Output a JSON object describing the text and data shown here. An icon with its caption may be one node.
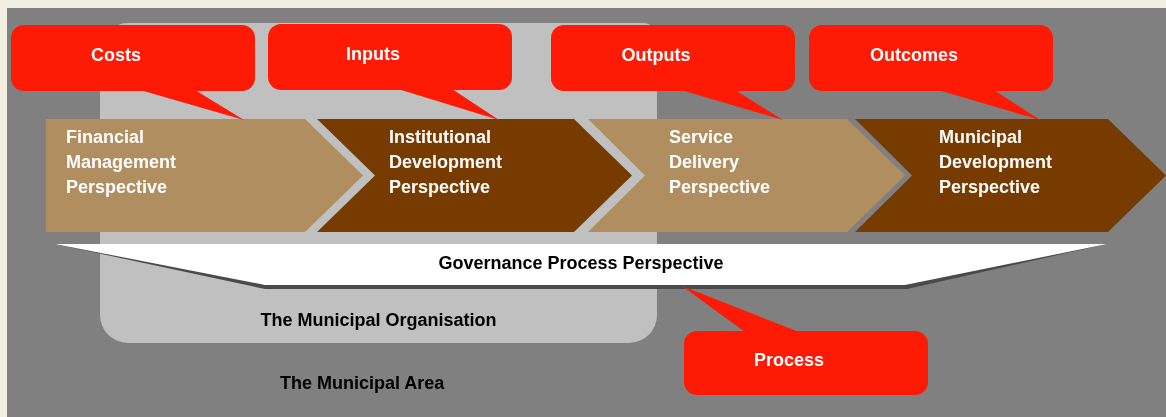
{
  "diagram": {
    "nodes": [
      {
        "text": [
          "The Municipal Area"
        ]
      },
      {
        "text": [
          "The Municipal Organisation"
        ],
        "in": 0
      },
      {
        "text": [
          "Financial Management Perspective"
        ],
        "in": 0
      },
      {
        "text": [
          "Institutional Development Perspective"
        ],
        "in": 1
      },
      {
        "text": [
          "Service Delivery Perspective"
        ],
        "in": 0
      },
      {
        "text": [
          "Municipal Development Perspective"
        ],
        "in": 0
      },
      {
        "text": [
          "Governance Process Perspective"
        ],
        "in": 0
      },
      {
        "text": [
          "Costs"
        ],
        "in": 0
      },
      {
        "text": [
          "Inputs"
        ],
        "in": 1
      },
      {
        "text": [
          "Outputs"
        ],
        "in": 0
      },
      {
        "text": [
          "Outcomes"
        ],
        "in": 0
      },
      {
        "text": [
          "Process"
        ],
        "in": 0
      }
    ],
    "edges": [
      {
        "from": 7,
        "to": 2,
        "arrow": "none"
      },
      {
        "from": 8,
        "to": 3,
        "arrow": "none"
      },
      {
        "from": 9,
        "to": 4,
        "arrow": "none"
      },
      {
        "from": 10,
        "to": 5,
        "arrow": "none"
      },
      {
        "from": 11,
        "to": 6,
        "arrow": "none"
      }
    ]
  }
}
